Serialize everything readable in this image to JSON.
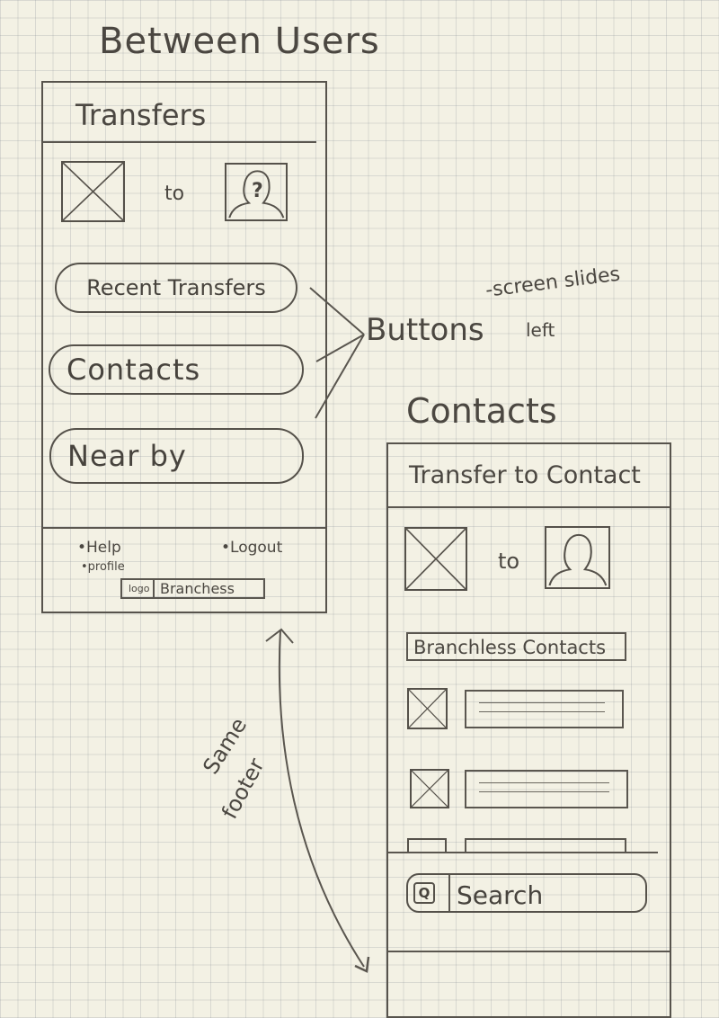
{
  "heading_between_users": "Between Users",
  "heading_contacts": "Contacts",
  "screen1": {
    "title": "Transfers",
    "to_label": "to",
    "avatar_glyph": "?",
    "buttons": [
      "Recent Transfers",
      "Contacts",
      "Near by"
    ],
    "footer": {
      "help": "•Help",
      "profile": "•profile",
      "logout": "•Logout",
      "logo": "logo",
      "brand": "Branchess"
    }
  },
  "annotation_buttons": {
    "main": "Buttons",
    "detail_line1": "-screen slides",
    "detail_line2": "left"
  },
  "annotation_footer": {
    "line1": "Same",
    "line2": "footer"
  },
  "screen2": {
    "title": "Transfer to Contact",
    "to_label": "to",
    "list_header": "Branchless Contacts",
    "search_icon_glyph": "Q",
    "search_label": "Search"
  },
  "icons": {
    "image_placeholder": "x-box-image-placeholder-icon",
    "unknown_user": "unknown-user-avatar-icon",
    "user": "user-avatar-icon",
    "search": "search-icon"
  }
}
